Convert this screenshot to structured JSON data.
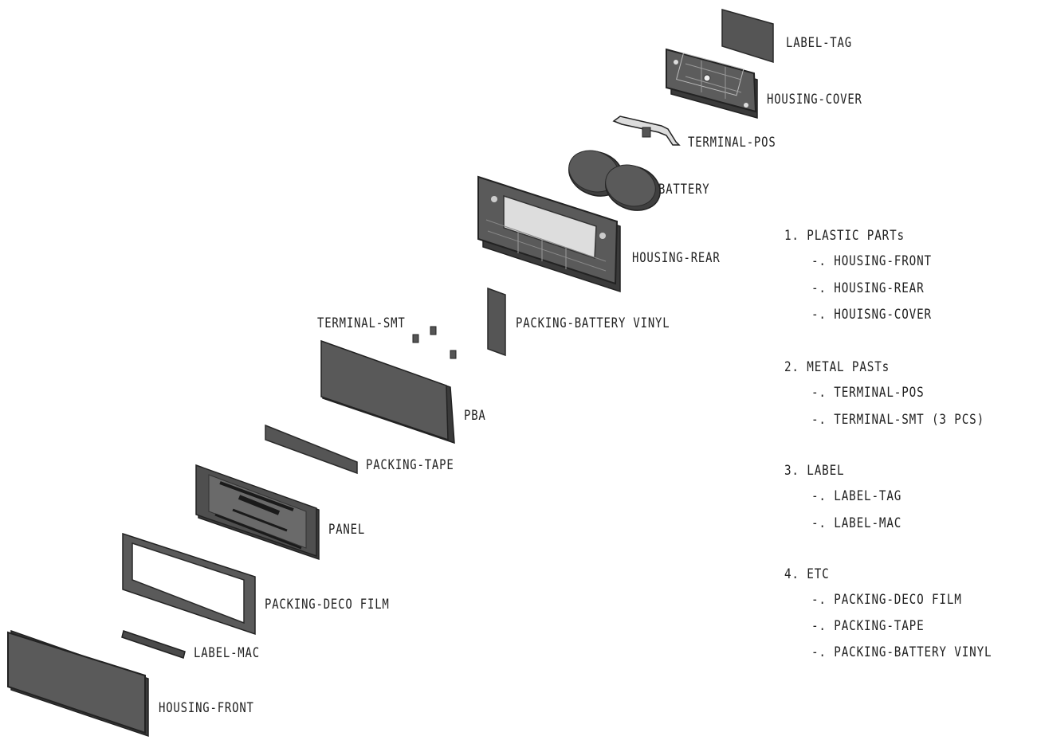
{
  "part_labels": {
    "label_tag": "LABEL-TAG",
    "housing_cover": "HOUSING-COVER",
    "terminal_pos": "TERMINAL-POS",
    "battery": "BATTERY",
    "housing_rear": "HOUSING-REAR",
    "packing_battery_vinyl": "PACKING-BATTERY VINYL",
    "terminal_smt": "TERMINAL-SMT",
    "pba": "PBA",
    "packing_tape": "PACKING-TAPE",
    "panel": "PANEL",
    "packing_deco_film": "PACKING-DECO FILM",
    "label_mac": "LABEL-MAC",
    "housing_front": "HOUSING-FRONT"
  },
  "parts_list": [
    {
      "heading": "1. PLASTIC PARTs",
      "items": [
        "-. HOUSING-FRONT",
        "-. HOUSING-REAR",
        "-. HOUISNG-COVER"
      ]
    },
    {
      "heading": "2. METAL PASTs",
      "items": [
        "-. TERMINAL-POS",
        "-. TERMINAL-SMT (3 PCS)"
      ]
    },
    {
      "heading": "3. LABEL",
      "items": [
        "-. LABEL-TAG",
        "-. LABEL-MAC"
      ]
    },
    {
      "heading": "4. ETC",
      "items": [
        "-. PACKING-DECO FILM",
        "-. PACKING-TAPE",
        "-. PACKING-BATTERY VINYL"
      ]
    }
  ],
  "colors": {
    "part_fill": "#555555",
    "part_edge": "#2a2a2a",
    "part_side": "#3a3a3a",
    "line": "#222222"
  }
}
